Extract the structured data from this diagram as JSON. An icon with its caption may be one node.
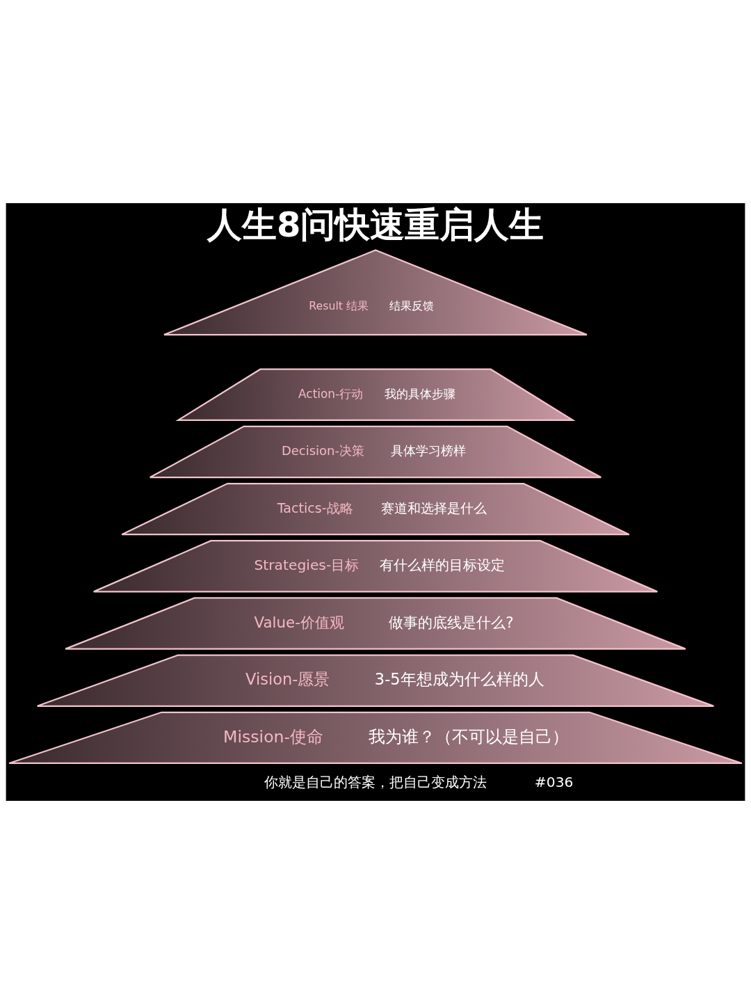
{
  "diagram": {
    "title": "人生8问快速重启人生",
    "nodes": [
      {
        "text": [
          "Result 结果",
          "结果反馈"
        ]
      },
      {
        "text": [
          "Action-行动",
          "我的具体步骤"
        ]
      },
      {
        "text": [
          "Decision-决策",
          "具体学习榜样"
        ]
      },
      {
        "text": [
          "Tactics-战略",
          "赛道和选择是什么"
        ]
      },
      {
        "text": [
          "Strategies-目标",
          "有什么样的目标设定"
        ]
      },
      {
        "text": [
          "Value-价值观",
          "做事的底线是什么?"
        ]
      },
      {
        "text": [
          "Vision-愿景",
          "3-5年想成为什么样的人"
        ]
      },
      {
        "text": [
          "Mission-使命",
          "我为谁？（不可以是自己）"
        ]
      }
    ],
    "labels": [
      "你就是自己的答案，把自己变成方法",
      "#036"
    ]
  }
}
